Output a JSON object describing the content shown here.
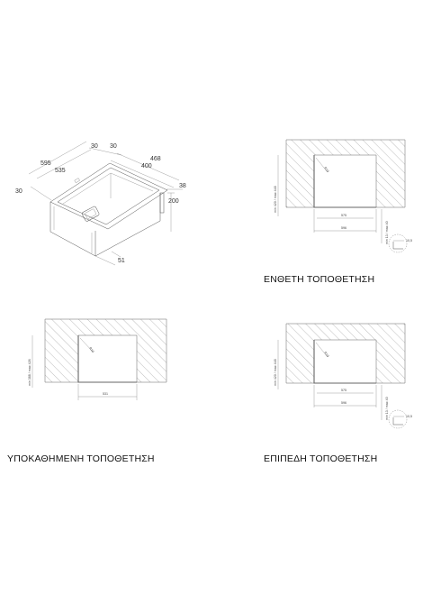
{
  "sink_dimensions": {
    "top_left_30": "30",
    "top_right_30": "30",
    "width_595": "595",
    "width_535": "535",
    "depth_468": "468",
    "depth_400": "400",
    "left_30": "30",
    "right_38": "38",
    "height_200": "200",
    "bottom_51": "51"
  },
  "inset": {
    "caption": "ΕΝΘΕΤΗ ΤΟΠΟΘΕΤΗΣΗ",
    "radius": "R10",
    "opening": "575",
    "cabinet": "596",
    "cabinet_min": "min 420 / max 448",
    "side_label": "min 13 / max 40",
    "detail": "10,5"
  },
  "undermount": {
    "caption": "ΥΠΟΚΑΘΗΜΕΝΗ ΤΟΠΟΘΕΤΗΣΗ",
    "radius": "R10",
    "opening": "531",
    "cabinet_min": "min 388 / max 426"
  },
  "flush": {
    "caption": "ΕΠΙΠΕΔΗ ΤΟΠΟΘΕΤΗΣΗ",
    "radius": "R10",
    "opening": "575",
    "cabinet": "596",
    "cabinet_min": "min 420 / max 448",
    "side_label": "min 13 / max 40",
    "detail": "10,5"
  }
}
